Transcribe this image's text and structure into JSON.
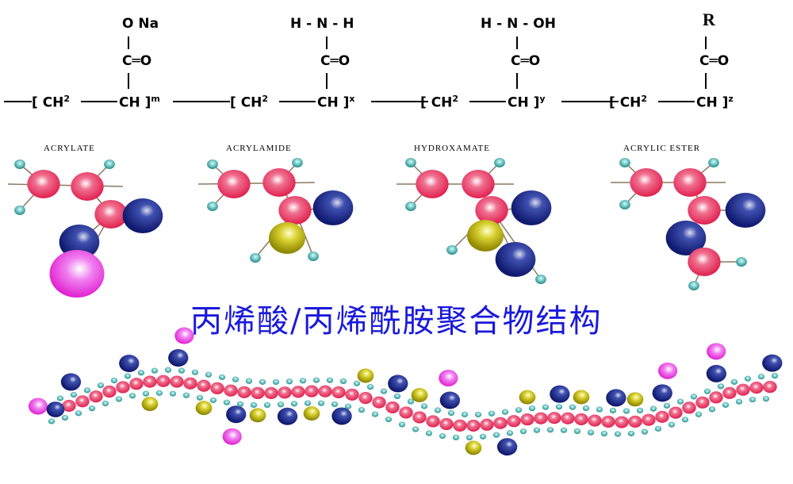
{
  "formula": {
    "units": [
      {
        "group": "O Na",
        "carbonyl": "C═O",
        "ch2": "[ CH",
        "sub2": "2",
        "ch": "CH ]",
        "index": "m"
      },
      {
        "group": "H - N - H",
        "carbonyl": "C═O",
        "ch2": "[ CH",
        "sub2": "2",
        "ch": "CH ]",
        "index": "x"
      },
      {
        "group": "H - N - OH",
        "carbonyl": "C═O",
        "ch2": "[ CH",
        "sub2": "2",
        "ch": "CH ]",
        "index": "y"
      },
      {
        "group": "R",
        "carbonyl": "C═O",
        "ch2": "[ CH",
        "sub2": "2",
        "ch": "CH ]",
        "index": "z"
      }
    ]
  },
  "models": [
    "ACRYLATE",
    "ACRYLAMIDE",
    "HYDROXAMATE",
    "ACRYLIC ESTER"
  ],
  "title": "丙烯酸/丙烯酰胺聚合物结构",
  "colors": {
    "red": "#e8285a",
    "blue": "#1a2a8c",
    "magenta": "#e830d8",
    "yellow": "#b8b010",
    "teal": "#2a9a98",
    "title": "#1a1adb"
  }
}
